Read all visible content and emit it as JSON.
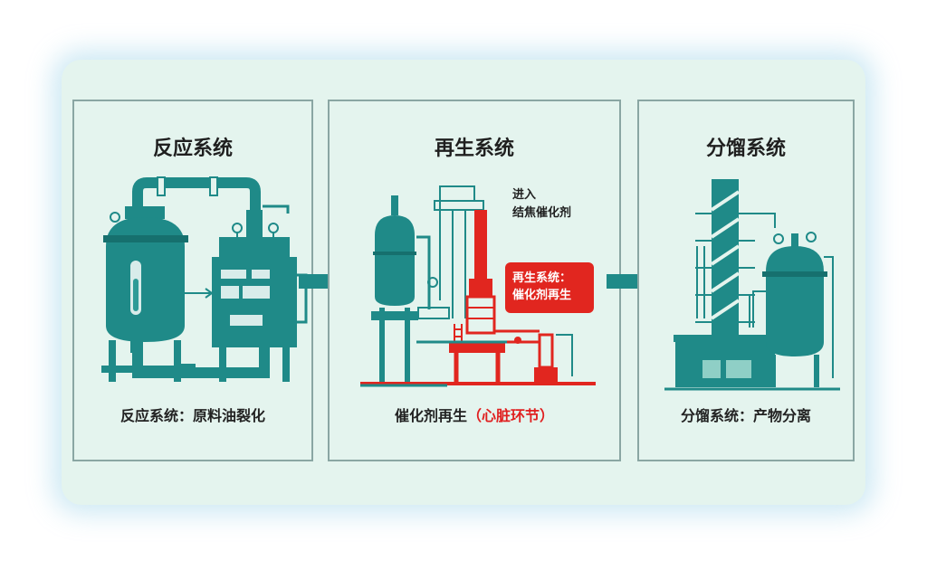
{
  "panels": [
    {
      "title": "反应系统",
      "caption": "反应系统：原料油裂化"
    },
    {
      "title": "再生系统",
      "caption_main": "催化剂再生",
      "caption_highlight": "（心脏环节）"
    },
    {
      "title": "分馏系统",
      "caption": "分馏系统：产物分离"
    }
  ],
  "annotations": {
    "note_line1": "进入",
    "note_line2": "结焦催化剂",
    "callout_line1": "再生系统：",
    "callout_line2": "催化剂再生"
  },
  "colors": {
    "teal": "#1f8a88",
    "red": "#e1261f",
    "arrow": "#1f8a88",
    "background": "#e4f4ee"
  }
}
